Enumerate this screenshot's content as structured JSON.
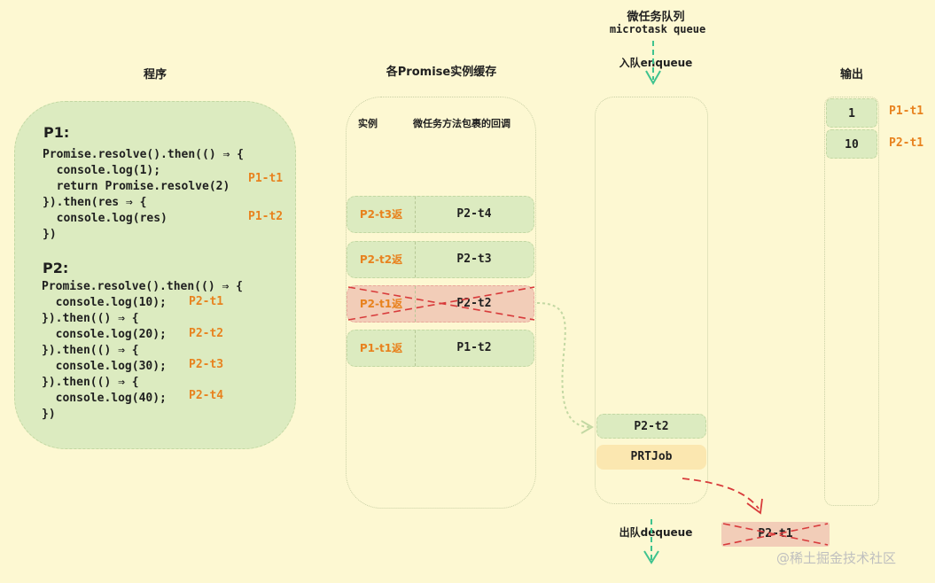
{
  "titles": {
    "program": "程序",
    "cache": "各Promise实例缓存",
    "microtask_cn": "微任务队列",
    "microtask_en": "microtask queue",
    "enqueue": "入队enqueue",
    "dequeue": "出队dequeue",
    "output": "输出"
  },
  "program": {
    "p1_title": "P1:",
    "p1_code": "Promise.resolve().then(() ⇒ {\n  console.log(1);\n  return Promise.resolve(2)\n}).then(res ⇒ {\n  console.log(res)\n})",
    "p1_labels": [
      "P1-t1",
      "P1-t2"
    ],
    "p2_title": "P2:",
    "p2_code": "Promise.resolve().then(() ⇒ {\n  console.log(10);\n}).then(() ⇒ {\n  console.log(20);\n}).then(() ⇒ {\n  console.log(30);\n}).then(() ⇒ {\n  console.log(40);\n})",
    "p2_labels": [
      "P2-t1",
      "P2-t2",
      "P2-t3",
      "P2-t4"
    ]
  },
  "cache": {
    "col_instance": "实例",
    "col_callback": "微任务方法包裹的回调",
    "rows": [
      {
        "instance": "P2-t3返",
        "callback": "P2-t4"
      },
      {
        "instance": "P2-t2返",
        "callback": "P2-t3"
      },
      {
        "instance": "P2-t1返",
        "callback": "P2-t2"
      },
      {
        "instance": "P1-t1返",
        "callback": "P1-t2"
      }
    ]
  },
  "queue": {
    "items": [
      "P2-t2",
      "PRTJob"
    ]
  },
  "dequeued": "P2-t1",
  "output": {
    "items": [
      {
        "value": "1",
        "label": "P1-t1"
      },
      {
        "value": "10",
        "label": "P2-t1"
      }
    ]
  },
  "watermark": "@稀土掘金技术社区",
  "colors": {
    "background": "#fdf8d2",
    "green_fill": "#dcebc0",
    "orange": "#e8821e",
    "red_fill": "#f2cdb8",
    "red_line": "#d83b3b",
    "yellow_fill": "#fbe7b0",
    "arrow_green": "#3fc38f"
  }
}
